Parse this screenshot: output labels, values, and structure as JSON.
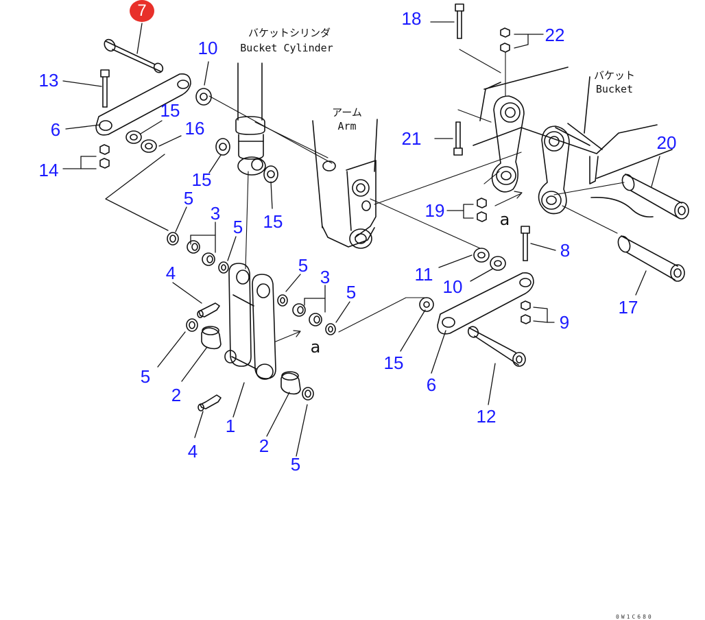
{
  "diagram": {
    "highlighted_part": "7",
    "colors": {
      "callout": "#1a1aff",
      "highlight": "#e8302a",
      "line": "#111111"
    },
    "labels": {
      "bucket_cylinder_jp": "バケットシリンダ",
      "bucket_cylinder_en": "Bucket Cylinder",
      "arm_jp": "アーム",
      "arm_en": "Arm",
      "bucket_jp": "バケット",
      "bucket_en": "Bucket",
      "ref_mark": "a",
      "drawing_code": "0W1C680"
    },
    "callouts": [
      {
        "id": "c13",
        "text": "13"
      },
      {
        "id": "c6a",
        "text": "6"
      },
      {
        "id": "c14",
        "text": "14"
      },
      {
        "id": "c10a",
        "text": "10"
      },
      {
        "id": "c15a",
        "text": "15"
      },
      {
        "id": "c16",
        "text": "16"
      },
      {
        "id": "c15b",
        "text": "15"
      },
      {
        "id": "c15c",
        "text": "15"
      },
      {
        "id": "c5a",
        "text": "5"
      },
      {
        "id": "c3a",
        "text": "3"
      },
      {
        "id": "c5b",
        "text": "5"
      },
      {
        "id": "c4a",
        "text": "4"
      },
      {
        "id": "c5c",
        "text": "5"
      },
      {
        "id": "c3b",
        "text": "3"
      },
      {
        "id": "c5d",
        "text": "5"
      },
      {
        "id": "c5e",
        "text": "5"
      },
      {
        "id": "c2a",
        "text": "2"
      },
      {
        "id": "c1",
        "text": "1"
      },
      {
        "id": "c4b",
        "text": "4"
      },
      {
        "id": "c2b",
        "text": "2"
      },
      {
        "id": "c5f",
        "text": "5"
      },
      {
        "id": "c18",
        "text": "18"
      },
      {
        "id": "c22",
        "text": "22"
      },
      {
        "id": "c21",
        "text": "21"
      },
      {
        "id": "c20",
        "text": "20"
      },
      {
        "id": "c19",
        "text": "19"
      },
      {
        "id": "c8",
        "text": "8"
      },
      {
        "id": "c11",
        "text": "11"
      },
      {
        "id": "c10b",
        "text": "10"
      },
      {
        "id": "c9",
        "text": "9"
      },
      {
        "id": "c17",
        "text": "17"
      },
      {
        "id": "c15d",
        "text": "15"
      },
      {
        "id": "c6b",
        "text": "6"
      },
      {
        "id": "c12",
        "text": "12"
      }
    ]
  }
}
